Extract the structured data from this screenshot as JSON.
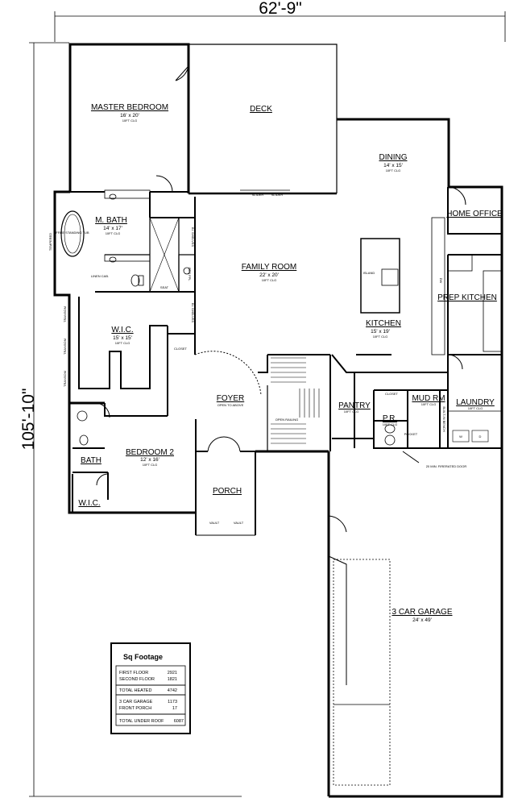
{
  "dimensions": {
    "width": "62'-9\"",
    "depth": "105'-10\""
  },
  "rooms": {
    "master_bedroom": {
      "name": "MASTER BEDROOM",
      "size": "16' x 20'",
      "ceiling": "10FT CLG"
    },
    "deck": {
      "name": "DECK"
    },
    "dining": {
      "name": "DINING",
      "size": "14' x 15'",
      "ceiling": "10FT CLG"
    },
    "home_office": {
      "name": "HOME OFFICE"
    },
    "m_bath": {
      "name": "M. BATH",
      "size": "14' x 17'",
      "ceiling": "10FT CLG"
    },
    "family_room": {
      "name": "FAMILY ROOM",
      "size": "22' x 20'",
      "ceiling": "10FT CLG"
    },
    "prep_kitchen": {
      "name": "PREP KITCHEN"
    },
    "kitchen": {
      "name": "KITCHEN",
      "size": "15' x 19'",
      "ceiling": "10FT CLG"
    },
    "wic_master": {
      "name": "W.I.C.",
      "size": "15' x 15'",
      "ceiling": "10FT CLG"
    },
    "foyer": {
      "name": "FOYER",
      "note": "OPEN TO ABOVE"
    },
    "pantry": {
      "name": "PANTRY",
      "ceiling": "10FT CLG"
    },
    "mud_rm": {
      "name": "MUD RM",
      "ceiling": "10FT CLG"
    },
    "laundry": {
      "name": "LAUNDRY",
      "ceiling": "10FT CLG"
    },
    "pr": {
      "name": "P.R.",
      "ceiling": "10FT CLG"
    },
    "bedroom2": {
      "name": "BEDROOM 2",
      "size": "12' x 16'",
      "ceiling": "10FT CLG"
    },
    "bath": {
      "name": "BATH"
    },
    "wic_bed2": {
      "name": "W.I.C."
    },
    "porch": {
      "name": "PORCH"
    },
    "garage": {
      "name": "3 CAR GARAGE",
      "size": "24' x 49'"
    }
  },
  "notes": {
    "free_standing_tub": "FREE STANDING TUB",
    "linen_cab": "LINEN CAB.",
    "seat": "SEAT",
    "closet": "CLOSET",
    "closet2": "CLOSET",
    "island": "ISLAND",
    "slider": "SLIDER",
    "open_railing": "OPEN RAILING",
    "pocket": "POCKET",
    "fire_door": "20 MIN. FIRERATED DOOR",
    "vault": "VAULT",
    "built_in_bench": "BUILT-IN BENCH",
    "transom": "TRANSOM",
    "tempered": "TEMPERED",
    "bi_shelves": "BI. SHELVES",
    "gas_fpl": "GAS FPL",
    "dw": "DW",
    "w": "W",
    "d": "D"
  },
  "sq_footage": {
    "title": "Sq Footage",
    "groups": [
      [
        {
          "label": "FIRST FLOOR",
          "value": "2921"
        },
        {
          "label": "SECOND FLOOR",
          "value": "1821"
        }
      ],
      [
        {
          "label": "TOTAL HEATED",
          "value": "4742"
        }
      ],
      [
        {
          "label": "3 CAR GARAGE",
          "value": "1173"
        },
        {
          "label": "FRONT PORCH",
          "value": "17"
        }
      ],
      [
        {
          "label": "TOTAL UNDER ROOF",
          "value": "6087"
        }
      ]
    ]
  }
}
